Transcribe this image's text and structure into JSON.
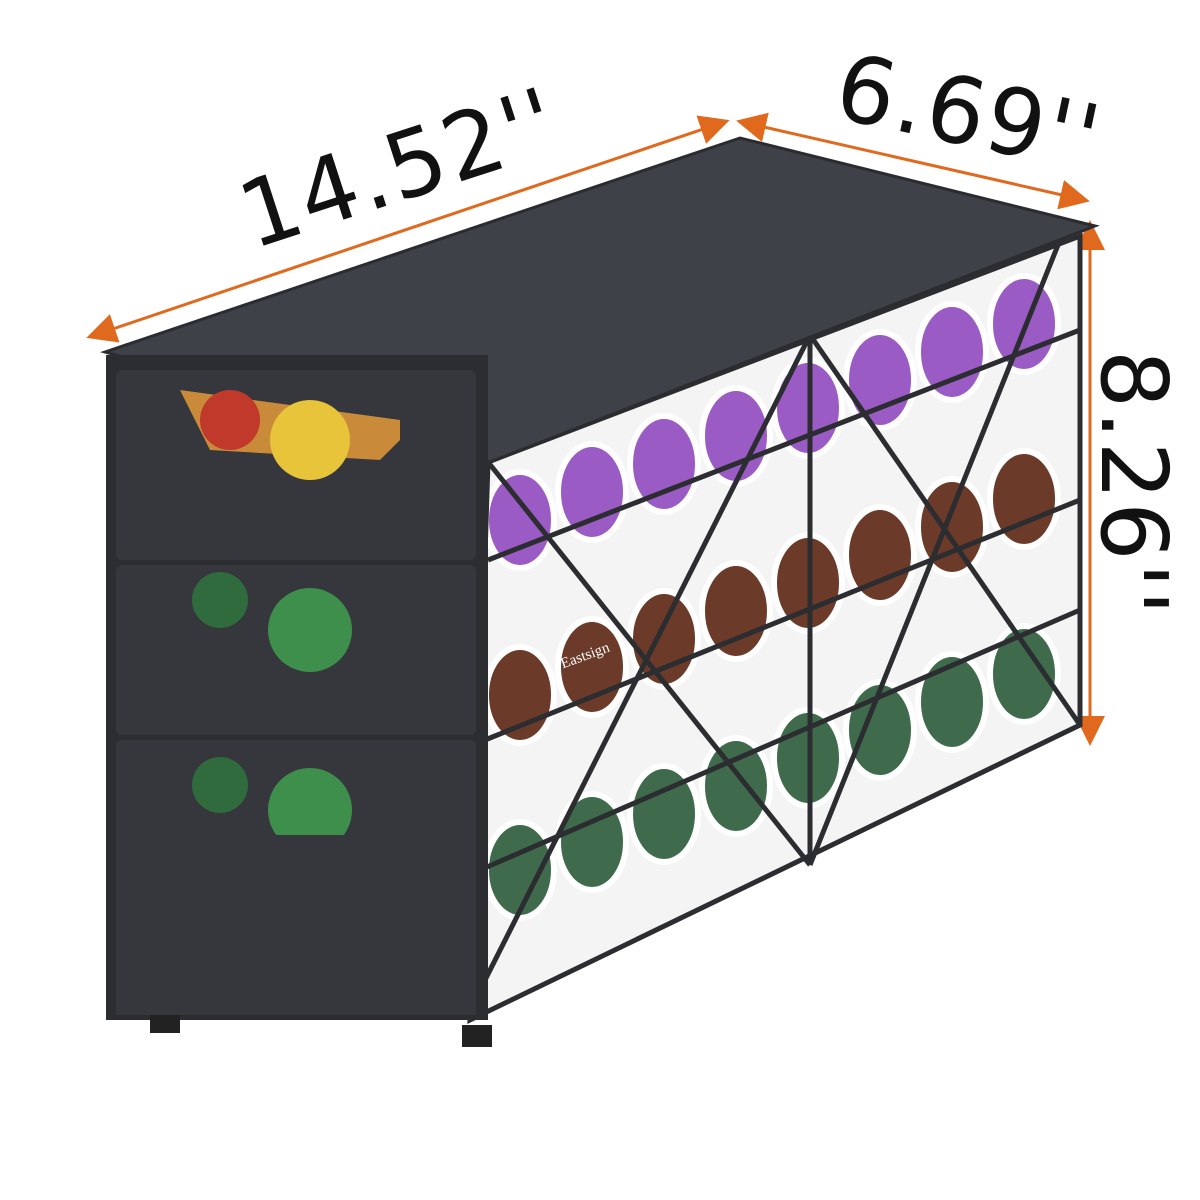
{
  "dimensions": {
    "length": "14.52''",
    "depth": "6.69''",
    "height": "8.26''"
  },
  "product_logo_text": "Eastsign",
  "colors": {
    "arrow": "#e0691e",
    "frame": "#2b2d31",
    "top_panel": "#3e4148",
    "drawer": "#35373c",
    "pod_purple": "#9b5bc4",
    "pod_brown": "#6b3a28",
    "pod_green": "#3f6b4c",
    "pod_yellow": "#e8c43a"
  }
}
